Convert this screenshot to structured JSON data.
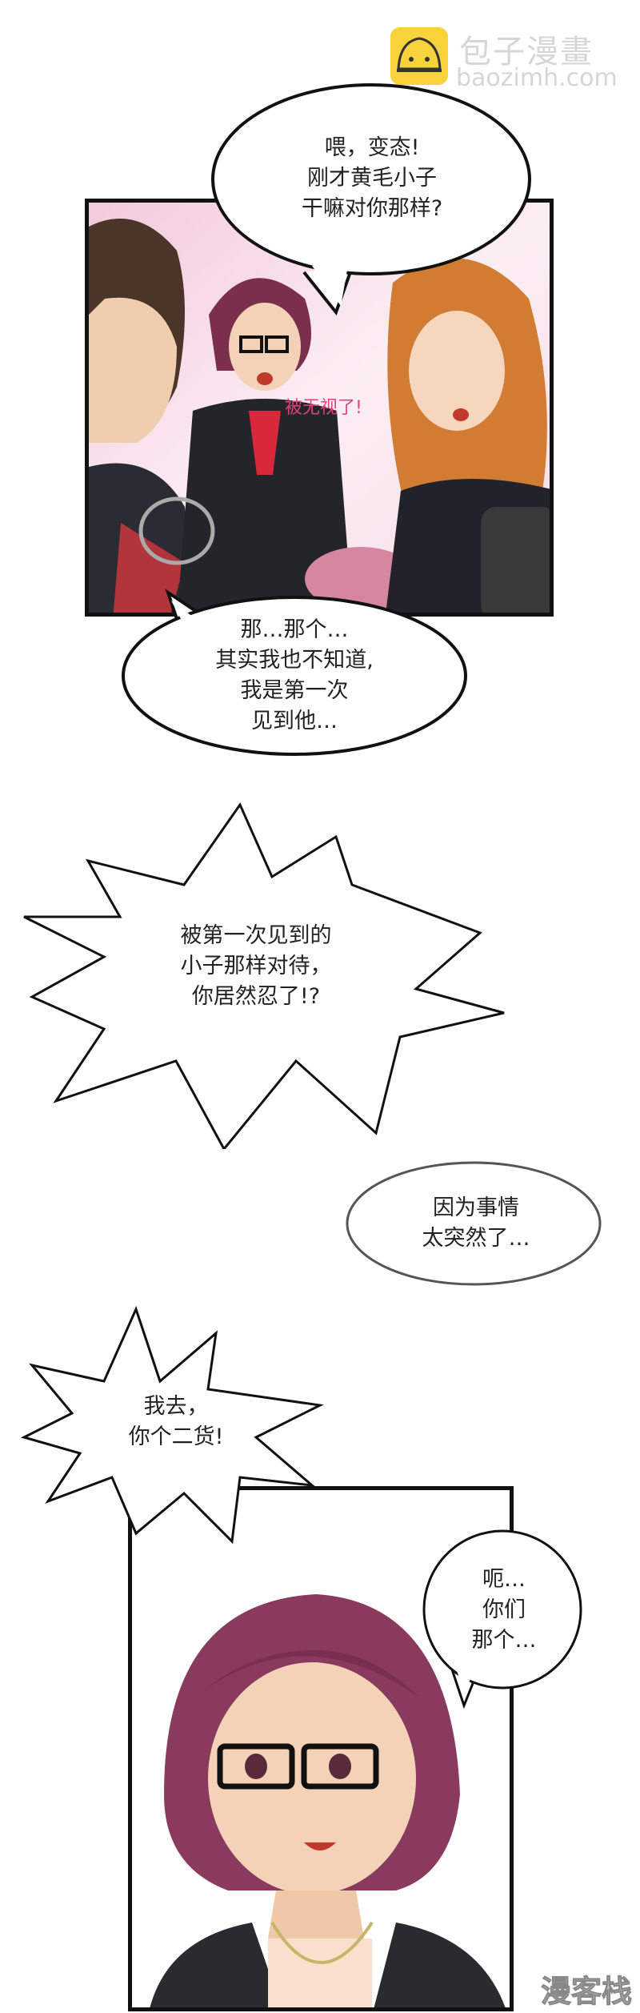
{
  "watermark_top": {
    "title": "包子漫畫",
    "url": "baozimh.com",
    "logo": "bun-icon",
    "logo_color": "#f7d23a"
  },
  "watermark_bottom": {
    "text": "漫客栈"
  },
  "panel1": {
    "speech_top": "喂，变态!\n刚才黄毛小子\n干嘛对你那样?",
    "aside": "被无视了!",
    "aside_color": "#e0407a",
    "speech_bottom": "那…那个…\n其实我也不知道,\n我是第一次\n见到他…"
  },
  "shout1": "被第一次见到的\n小子那样对待，\n你居然忍了!?",
  "speech_middle": "因为事情\n太突然了…",
  "shout2": "我去，\n你个二货!",
  "panel2": {
    "speech": "呃…\n你们\n那个…"
  }
}
